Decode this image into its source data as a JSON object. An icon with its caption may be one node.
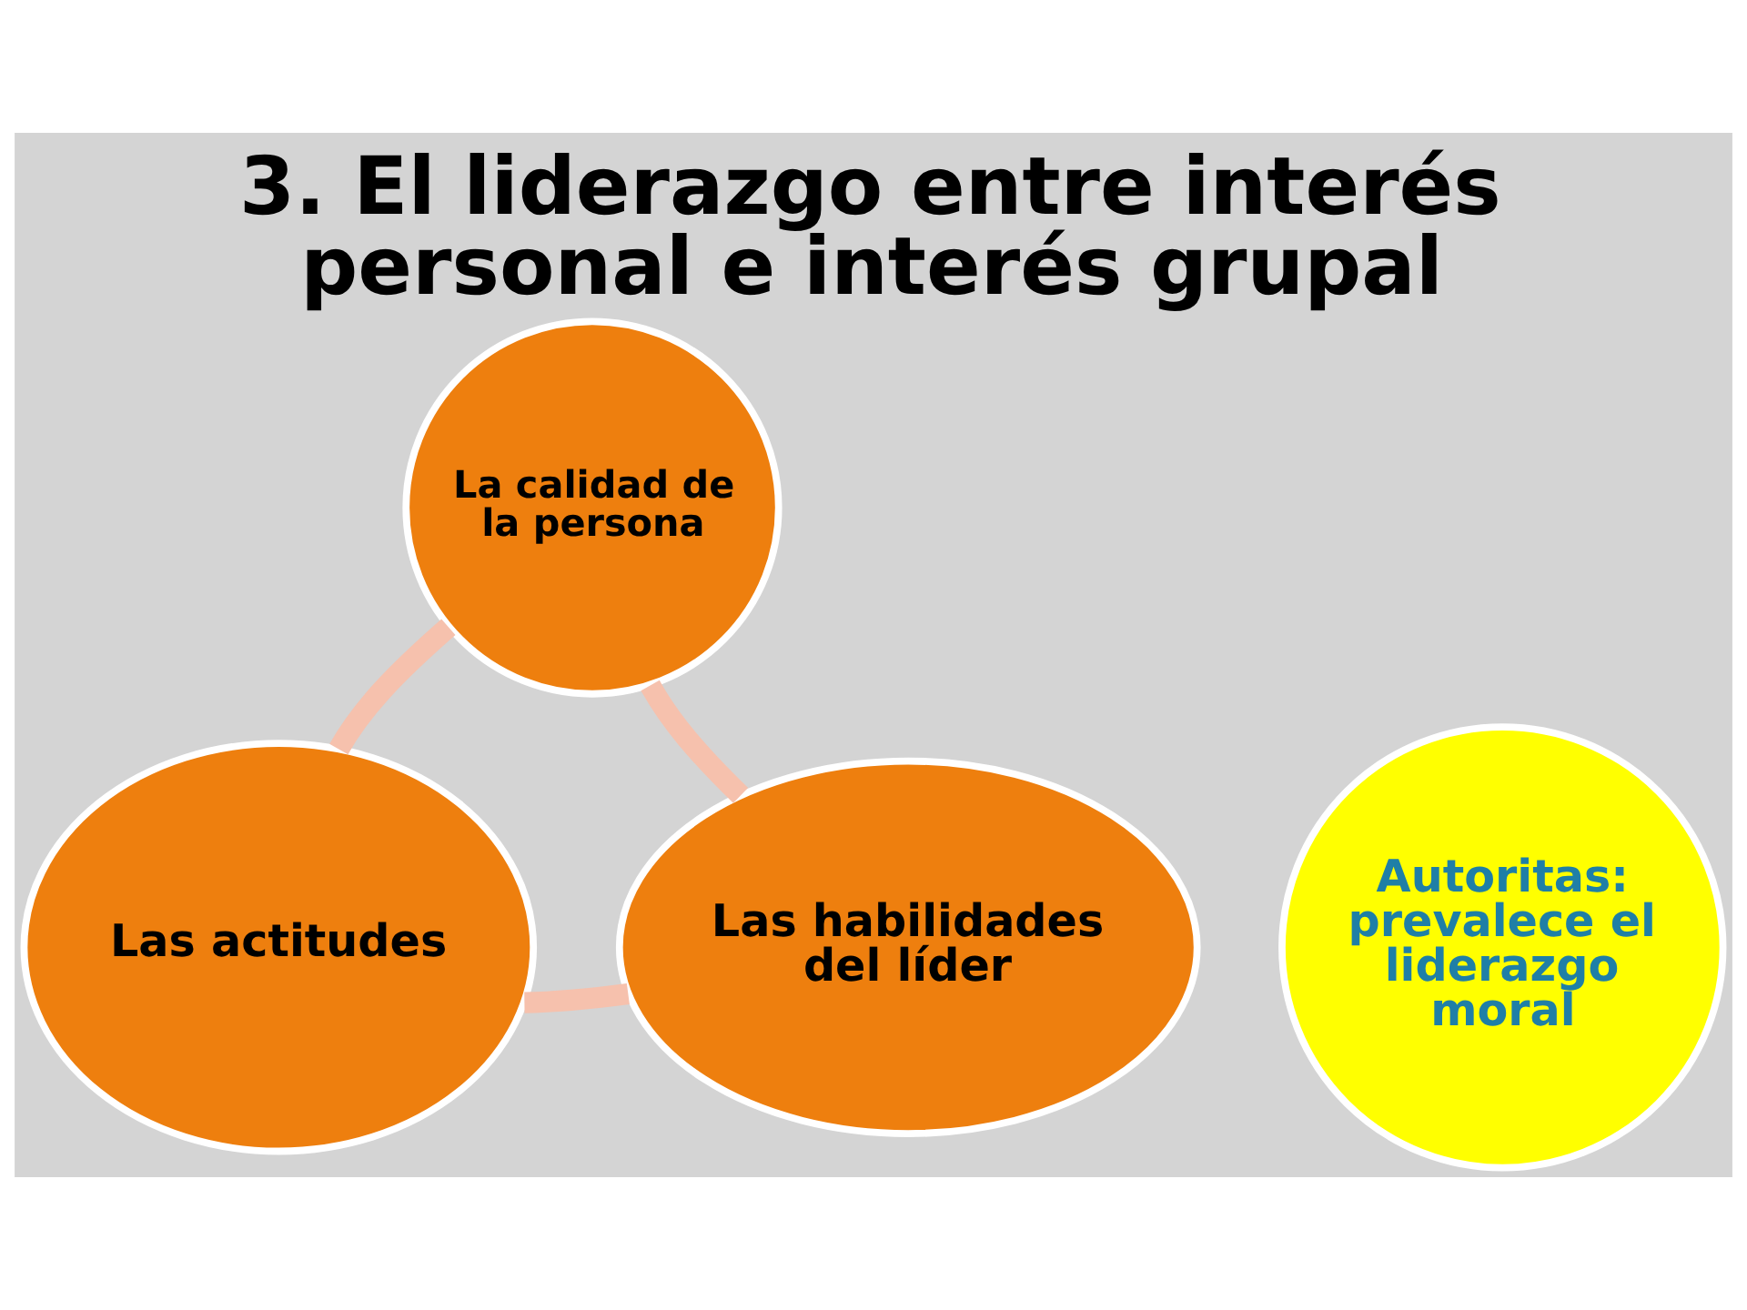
{
  "diagram": {
    "title": "3. El liderazgo entre interés personal e interés grupal",
    "nodes": [
      {
        "text": [
          "La calidad de la persona"
        ]
      },
      {
        "text": [
          "Autoritas: prevalece el liderazgo moral"
        ]
      },
      {
        "text": [
          "Las actitudes"
        ]
      },
      {
        "text": [
          "Las habilidades del líder"
        ]
      }
    ],
    "edges": [
      {
        "from": 2,
        "to": 0,
        "arrow": "none"
      },
      {
        "from": 0,
        "to": 3,
        "arrow": "none"
      },
      {
        "from": 2,
        "to": 3,
        "arrow": "none"
      }
    ]
  }
}
